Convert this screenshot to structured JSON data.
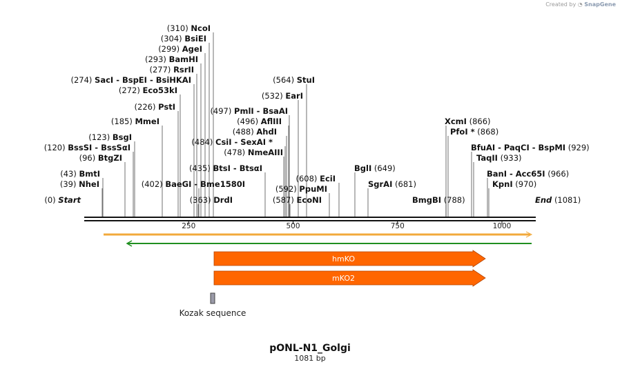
{
  "credit": {
    "prefix": "Created by",
    "brand": "SnapGene"
  },
  "title": "pONL-N1_Golgi",
  "subtitle": "1081 bp",
  "sequence_length": 1081,
  "colors": {
    "feature_arrow": "#ff6600",
    "feature_arrow_stroke": "#b34400",
    "primer_forward": "#f2a93b",
    "primer_reverse": "#1f8f1f",
    "kozak": "#9a9aa8"
  },
  "ruler": {
    "ticks": [
      250,
      500,
      750,
      1000
    ]
  },
  "sites": [
    {
      "name": "Start",
      "pos": 0,
      "pos_label": "(0)",
      "type": "end"
    },
    {
      "name": "End",
      "pos": 1081,
      "pos_label": "(1081)",
      "type": "end"
    },
    {
      "name": "NheI",
      "pos": 39,
      "pos_label": "(39)"
    },
    {
      "name": "BmtI",
      "pos": 43,
      "pos_label": "(43)"
    },
    {
      "name": "BtgZI",
      "pos": 96,
      "pos_label": "(96)"
    },
    {
      "name": "BssSI - BssSαI",
      "pos": 120,
      "pos_label": "(120)"
    },
    {
      "name": "BsgI",
      "pos": 123,
      "pos_label": "(123)"
    },
    {
      "name": "MmeI",
      "pos": 185,
      "pos_label": "(185)"
    },
    {
      "name": "PstI",
      "pos": 226,
      "pos_label": "(226)"
    },
    {
      "name": "Eco53kI",
      "pos": 272,
      "pos_label": "(272)"
    },
    {
      "name": "SacI - BspEI - BsiHKAI",
      "pos": 274,
      "pos_label": "(274)"
    },
    {
      "name": "RsrII",
      "pos": 277,
      "pos_label": "(277)"
    },
    {
      "name": "BamHI",
      "pos": 293,
      "pos_label": "(293)"
    },
    {
      "name": "AgeI",
      "pos": 299,
      "pos_label": "(299)"
    },
    {
      "name": "BsiEI",
      "pos": 304,
      "pos_label": "(304)"
    },
    {
      "name": "NcoI",
      "pos": 310,
      "pos_label": "(310)"
    },
    {
      "name": "BaeGI - Bme1580I",
      "pos": 402,
      "pos_label": "(402)"
    },
    {
      "name": "DrdI",
      "pos": 363,
      "pos_label": "(363)"
    },
    {
      "name": "BtsI - BtsαI",
      "pos": 435,
      "pos_label": "(435)"
    },
    {
      "name": "NmeAIII",
      "pos": 478,
      "pos_label": "(478)"
    },
    {
      "name": "CsiI - SexAI *",
      "pos": 484,
      "pos_label": "(484)"
    },
    {
      "name": "AhdI",
      "pos": 488,
      "pos_label": "(488)"
    },
    {
      "name": "AflIII",
      "pos": 496,
      "pos_label": "(496)"
    },
    {
      "name": "PmlI - BsaAI",
      "pos": 497,
      "pos_label": "(497)"
    },
    {
      "name": "EarI",
      "pos": 532,
      "pos_label": "(532)"
    },
    {
      "name": "StuI",
      "pos": 564,
      "pos_label": "(564)"
    },
    {
      "name": "EcoNI",
      "pos": 587,
      "pos_label": "(587)"
    },
    {
      "name": "PpuMI",
      "pos": 592,
      "pos_label": "(592)"
    },
    {
      "name": "EciI",
      "pos": 608,
      "pos_label": "(608)"
    },
    {
      "name": "BglI",
      "pos": 649,
      "pos_label": "(649)"
    },
    {
      "name": "SgrAI",
      "pos": 681,
      "pos_label": "(681)"
    },
    {
      "name": "BmgBI",
      "pos": 788,
      "pos_label": "(788)"
    },
    {
      "name": "XcmI",
      "pos": 866,
      "pos_label": "(866)"
    },
    {
      "name": "PfoI *",
      "pos": 868,
      "pos_label": "(868)"
    },
    {
      "name": "BfuAI - PaqCI - BspMI",
      "pos": 929,
      "pos_label": "(929)"
    },
    {
      "name": "TaqII",
      "pos": 933,
      "pos_label": "(933)"
    },
    {
      "name": "BanI - Acc65I",
      "pos": 966,
      "pos_label": "(966)"
    },
    {
      "name": "KpnI",
      "pos": 970,
      "pos_label": "(970)"
    }
  ],
  "features": [
    {
      "name": "hmKO",
      "start": 310,
      "end": 976,
      "direction": "forward"
    },
    {
      "name": "mKO2",
      "start": 310,
      "end": 976,
      "direction": "forward"
    }
  ],
  "primers": [
    {
      "start": 45,
      "end": 1081,
      "direction": "forward"
    },
    {
      "start": 100,
      "end": 1081,
      "direction": "reverse"
    }
  ],
  "kozak": {
    "label": "Kozak sequence",
    "start": 300,
    "end": 310
  }
}
